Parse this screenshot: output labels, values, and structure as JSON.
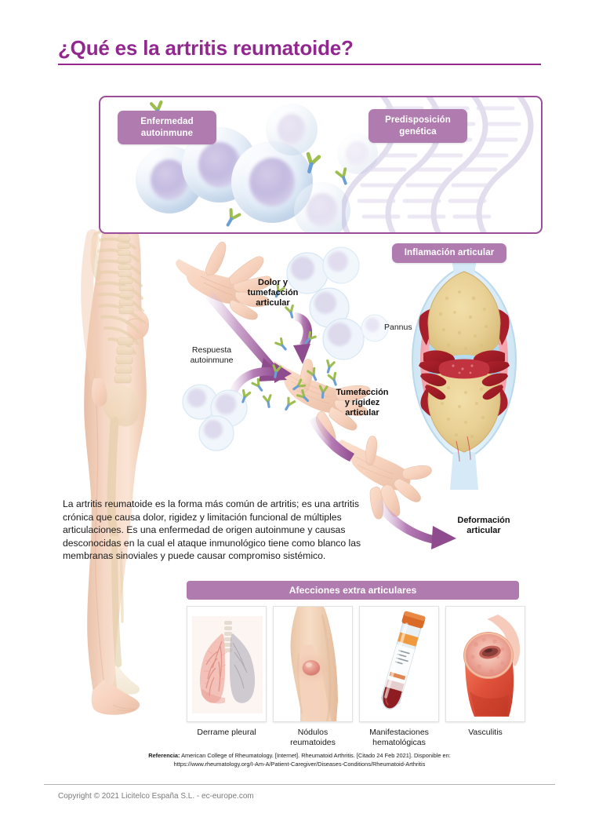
{
  "page": {
    "title": "¿Qué es la artritis reumatoide?",
    "accent_color": "#92278f",
    "badge_color": "#b07cb0",
    "panel_border_color": "#9b4f9b"
  },
  "top_panel": {
    "badges": [
      {
        "id": "autoimmune",
        "label": "Enfermedad\nautoinmune"
      },
      {
        "id": "genetic",
        "label": "Predisposición\ngenética"
      }
    ]
  },
  "diagram": {
    "labels": [
      {
        "id": "dolor-tumefaccion",
        "label": "Dolor y\ntumefacción\narticular"
      },
      {
        "id": "respuesta-autoinmune",
        "label": "Respuesta\nautoinmune"
      },
      {
        "id": "tumefaccion-rigidez",
        "label": "Tumefacción\ny rigidez\narticular"
      },
      {
        "id": "deformacion",
        "label": "Deformación\narticular"
      }
    ],
    "joint_badge": "Inflamación articular",
    "joint_label": "Pannus"
  },
  "body": {
    "text": "La artritis reumatoide es la forma más común de artritis; es una artritis crónica que causa dolor, rigidez y limitación funcional de múltiples articulaciones. Es una enfermedad de origen autoinmune y causas desconocidas en la cual el ataque inmunológico tiene como blanco las membranas sinoviales y puede causar compromiso sistémico."
  },
  "extra_articular": {
    "header": "Afecciones extra articulares",
    "items": [
      {
        "id": "derrame-pleural",
        "caption": "Derrame pleural",
        "image": "lungs-illustration"
      },
      {
        "id": "nodulos-reumatoides",
        "caption": "Nódulos\nreumatoides",
        "image": "elbow-nodule-illustration"
      },
      {
        "id": "manifestaciones-hematologicas",
        "caption": "Manifestaciones\nhematológicas",
        "image": "blood-tube-illustration"
      },
      {
        "id": "vasculitis",
        "caption": "Vasculitis",
        "image": "vessel-cross-section-illustration"
      }
    ]
  },
  "reference": {
    "label": "Referencia:",
    "citation": " American College of Rheumatology. [Internet]. Rheumatoid Arthritis. [Citado 24 Feb 2021]. Disponible en:",
    "url": "https://www.rheumatology.org/I-Am-A/Patient-Caregiver/Diseases-Conditions/Rheumatoid-Arthritis"
  },
  "footer": {
    "copyright": "Copyright © 2021 Licitelco España S.L. - ec-europe.com"
  }
}
